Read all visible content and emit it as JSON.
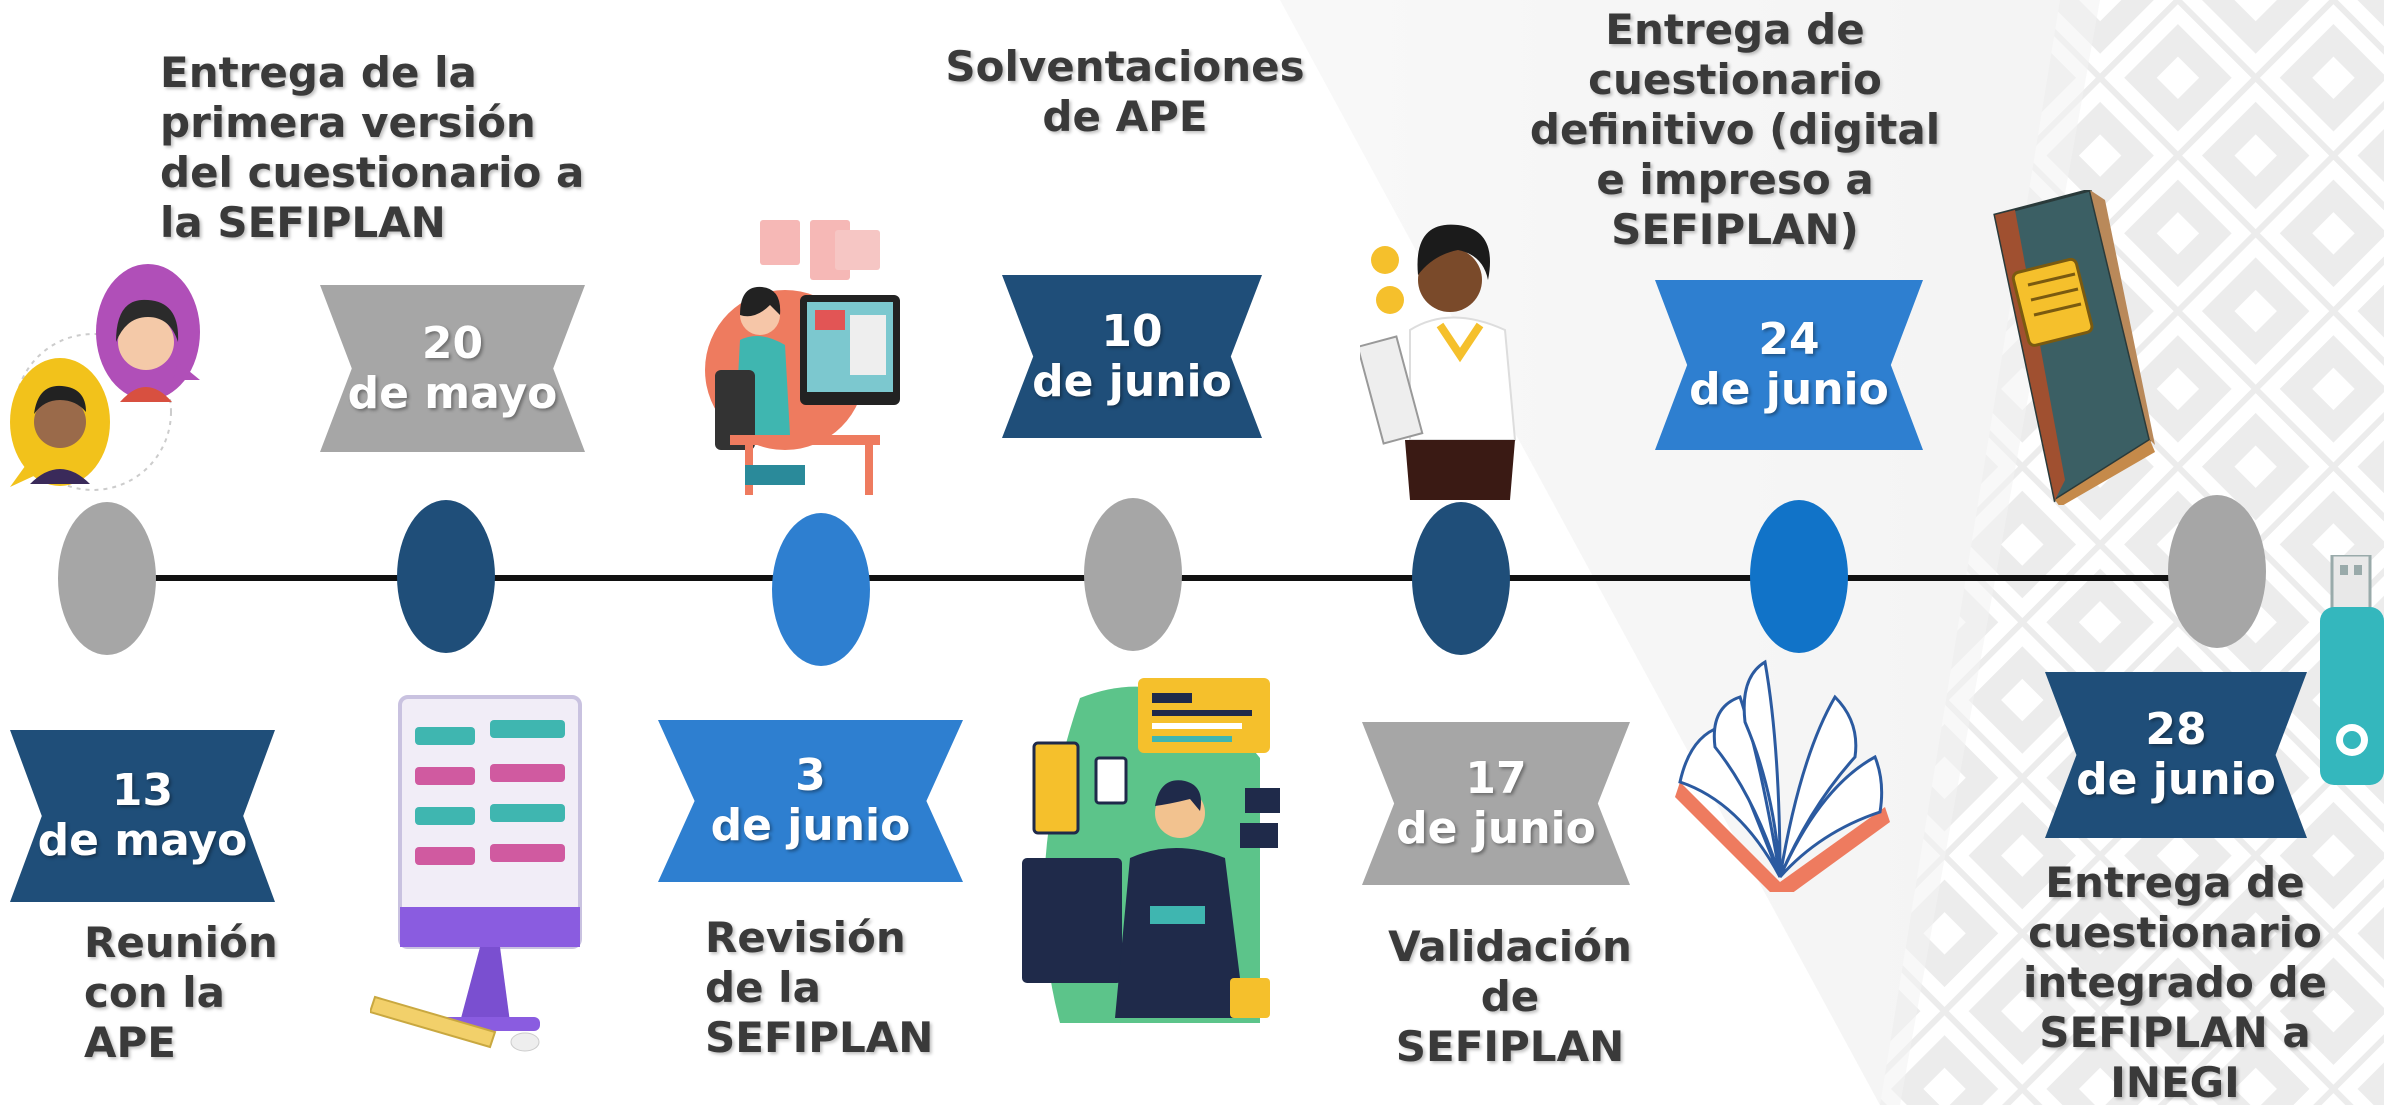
{
  "colors": {
    "gray": "#a6a6a6",
    "dark_blue": "#1f4e79",
    "mid_blue": "#2e7fd0",
    "bright_blue": "#1173c8",
    "timeline": "#111111",
    "text": "#3a3a3a"
  },
  "milestones": [
    {
      "date_line1": "13",
      "date_line2": "de mayo",
      "color": "dark_blue",
      "position": "bottom",
      "label": [
        "Reunión",
        "con la",
        "APE"
      ],
      "icon": "chat-people-icon"
    },
    {
      "date_line1": "20",
      "date_line2": "de mayo",
      "color": "gray",
      "position": "top",
      "label": [
        "Entrega de la",
        "primera versión",
        "del cuestionario a",
        "la SEFIPLAN"
      ],
      "icon": "desktop-computer-icon"
    },
    {
      "date_line1": "3",
      "date_line2": "de junio",
      "color": "mid_blue",
      "position": "bottom",
      "label": [
        "Revisión",
        "de la",
        "SEFIPLAN"
      ],
      "icon": "person-at-computer-icon"
    },
    {
      "date_line1": "10",
      "date_line2": "de junio",
      "color": "dark_blue",
      "position": "top",
      "label": [
        "Solventaciones",
        "de APE"
      ],
      "icon": "accountant-icon"
    },
    {
      "date_line1": "17",
      "date_line2": "de junio",
      "color": "gray",
      "position": "bottom",
      "label": [
        "Validación",
        "de",
        "SEFIPLAN"
      ],
      "icon": "woman-with-documents-icon"
    },
    {
      "date_line1": "24",
      "date_line2": "de junio",
      "color": "mid_blue",
      "position": "top",
      "label": [
        "Entrega de",
        "cuestionario",
        "definitivo (digital",
        "e impreso a",
        "SEFIPLAN)"
      ],
      "icon": "open-book-icon"
    },
    {
      "date_line1": "28",
      "date_line2": "de junio",
      "color": "dark_blue",
      "position": "bottom",
      "label": [
        "Entrega de",
        "cuestionario",
        "integrado de",
        "SEFIPLAN a",
        "INEGI"
      ],
      "icon": "closed-book-icon"
    }
  ],
  "decor": {
    "usb_icon": "usb-drive-icon",
    "pattern": "background-pattern"
  }
}
